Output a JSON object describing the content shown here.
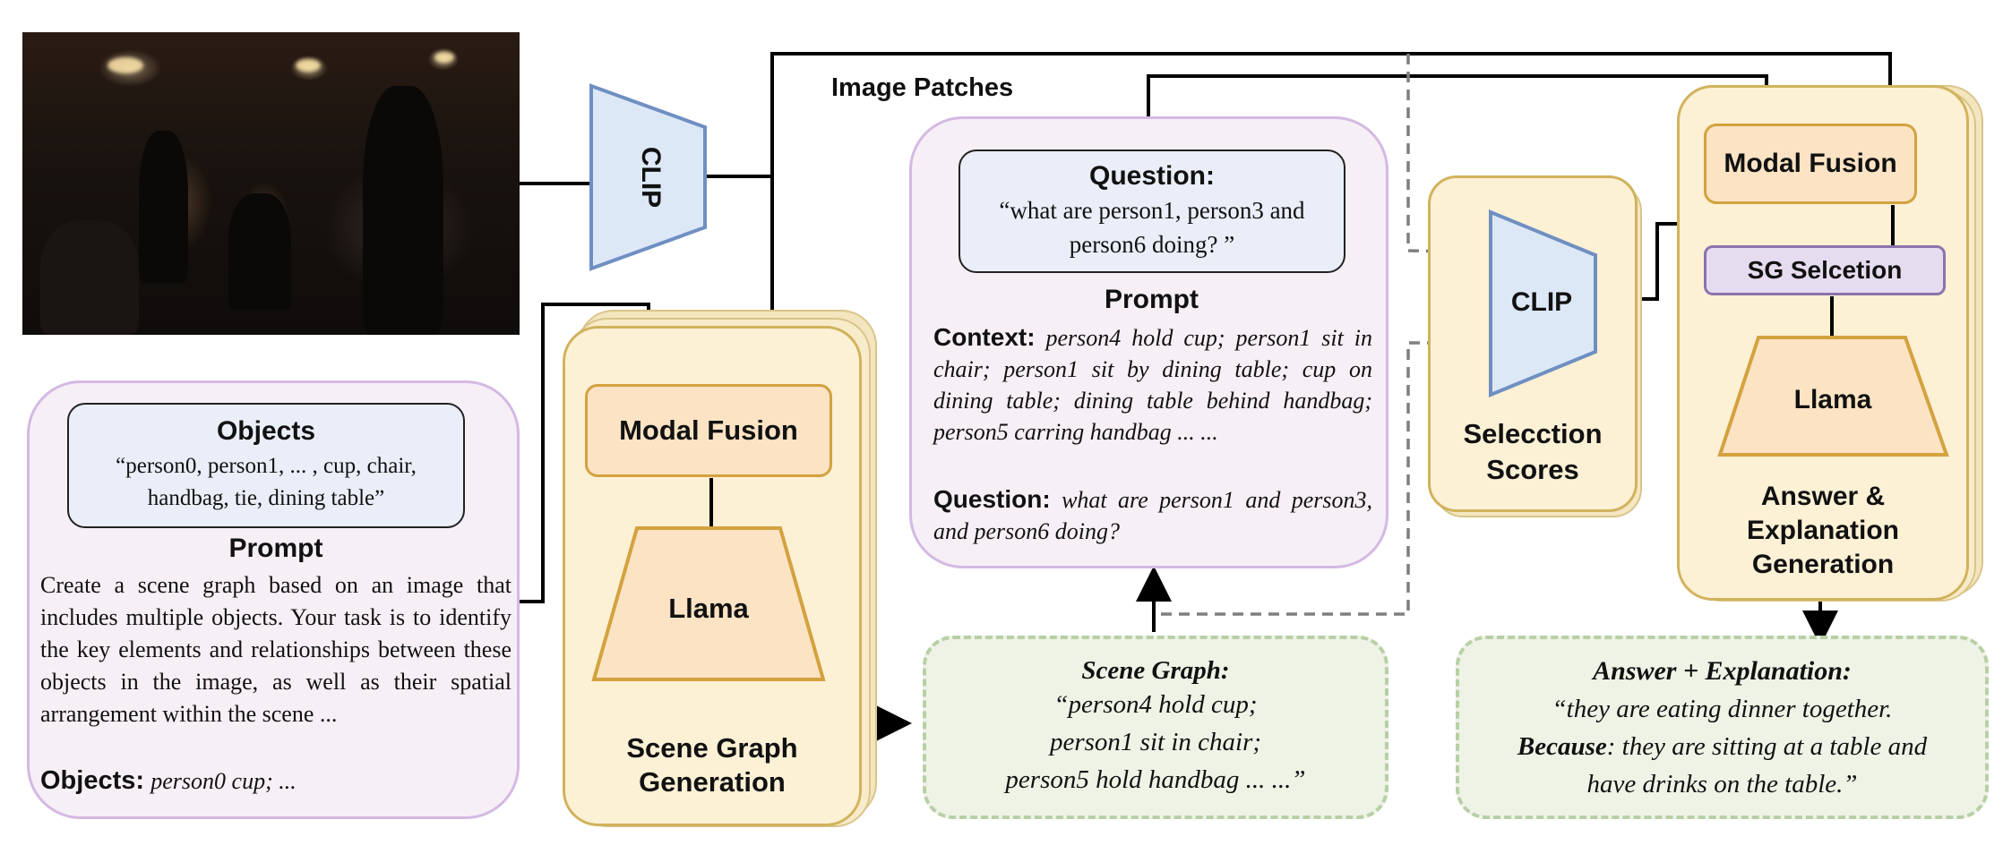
{
  "image_patches_label": "Image Patches",
  "clip_label": "CLIP",
  "left_prompt": {
    "objects_title": "Objects",
    "objects_text": "“person0, person1, ... , cup, chair, handbag, tie, dining table”",
    "prompt_title": "Prompt",
    "prompt_text": "Create a scene graph based on an image that includes multiple objects. Your task is to identify the key elements and relationships between these objects in the image, as well as their spatial arrangement within the scene ...",
    "objects_label": "Objects:",
    "objects_value": "person0 cup; ..."
  },
  "sg_module": {
    "fusion_label": "Modal Fusion",
    "llama_label": "Llama",
    "caption": "Scene Graph Generation"
  },
  "scene_graph_box": {
    "title": "Scene Graph:",
    "lines": [
      "“person4 hold cup;",
      "person1 sit in chair;",
      "person5 hold handbag ... ...”"
    ]
  },
  "middle_prompt": {
    "question_title": "Question:",
    "question_text": "“what are person1, person3 and person6 doing? ”",
    "prompt_title": "Prompt",
    "context_label": "Context:",
    "context_text": "person4 hold cup; person1 sit in chair; person1 sit by dining table; cup on dining table; dining table behind handbag; person5 carring handbag ... ...",
    "question_label": "Question:",
    "question_value": "what are person1 and person3, and person6 doing?"
  },
  "selection": {
    "clip_label": "CLIP",
    "caption": "Selecction Scores"
  },
  "answer_module": {
    "fusion_label": "Modal Fusion",
    "sg_selection_label": "SG Selcetion",
    "llama_label": "Llama",
    "caption": "Answer & Explanation Generation"
  },
  "answer_box": {
    "title": "Answer + Explanation:",
    "line1": "“they are eating dinner together.",
    "because_label": "Because",
    "line2_rest": ": they are sitting at a table and",
    "line3": "have drinks on the table.”"
  },
  "colors": {
    "purple_border": "#d4b9e3",
    "purple_fill": "#f6eff6",
    "yellow_border": "#d1b25c",
    "yellow_fill": "#fcf0d5",
    "orange_fill": "#fbe3c4",
    "orange_border": "#d3a23f",
    "blue_fill": "#dde8f7",
    "blue_border": "#6f8fc2",
    "green_fill": "#eef3e6",
    "green_border": "#b8cfa6",
    "lavender_fill": "#e6dcef",
    "lavender_border": "#8c72ad"
  }
}
